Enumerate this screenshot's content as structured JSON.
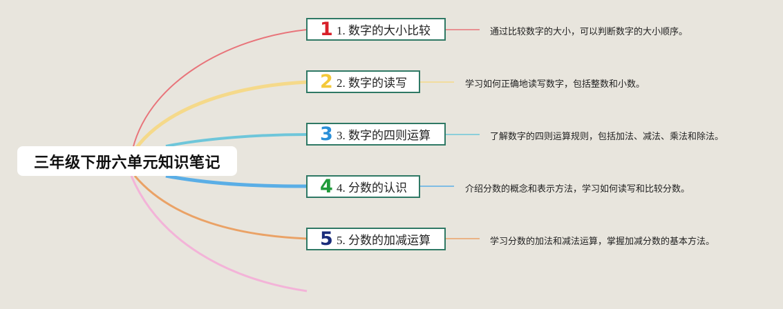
{
  "root": {
    "title": "三年级下册六单元知识笔记"
  },
  "branches": [
    {
      "number": "1",
      "label": "1. 数字的大小比较",
      "description": "通过比较数字的大小，可以判断数字的大小顺序。",
      "color": "#e8747a",
      "numColor": "#d8202a"
    },
    {
      "number": "2",
      "label": "2. 数字的读写",
      "description": "学习如何正确地读写数字，包括整数和小数。",
      "color": "#f5d98a",
      "numColor": "#f4c93a"
    },
    {
      "number": "3",
      "label": "3. 数字的四则运算",
      "description": "了解数字的四则运算规则，包括加法、减法、乘法和除法。",
      "color": "#6ec6da",
      "numColor": "#2a8fd8"
    },
    {
      "number": "4",
      "label": "4. 分数的认识",
      "description": "介绍分数的概念和表示方法，学习如何读写和比较分数。",
      "color": "#5aaee6",
      "numColor": "#1f9a3a"
    },
    {
      "number": "5",
      "label": "5. 分数的加减运算",
      "description": "学习分数的加法和减法运算，掌握加减分数的基本方法。",
      "color": "#eaa266",
      "numColor": "#1a2c7a"
    }
  ],
  "extra_branch_color": "#f3b3d8"
}
